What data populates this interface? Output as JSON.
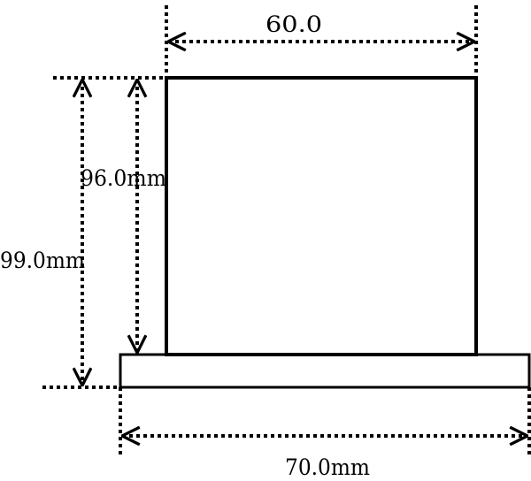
{
  "dimensions": {
    "top_width": "60.0",
    "bottom_width": "70.0mm",
    "inner_height": "96.0mm",
    "total_height": "99.0mm"
  }
}
